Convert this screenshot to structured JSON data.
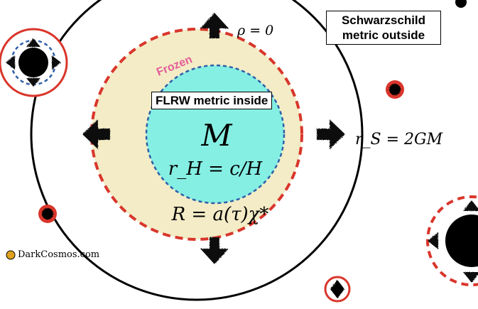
{
  "labels": {
    "schwarzschild_line1": "Schwarzschild",
    "schwarzschild_line2": "metric outside",
    "rho": "ρ = 0",
    "frozen": "Frozen",
    "flrw": "FLRW metric inside",
    "mass": "M",
    "hubble_radius": "r_H = c/H",
    "boundary_radius": "R = a(τ)χ*",
    "schwarzschild_radius": "r_S = 2GM",
    "credit": "DarkCosmos.com"
  },
  "colors": {
    "background": "#ffffff",
    "outer_circle": "#000000",
    "frozen_fill": "#f3ecc6",
    "dashed_red": "#d9362b",
    "inner_fill": "#86efe4",
    "dashed_blue": "#2f5fa8",
    "frozen_text": "#e45c9a",
    "arrow": "#111111",
    "logo_dot": "#e0a21e"
  },
  "icons": [
    "arrow-up-icon",
    "arrow-down-icon",
    "arrow-left-icon",
    "arrow-right-icon",
    "black-hole-icon",
    "logo-dot-icon"
  ]
}
